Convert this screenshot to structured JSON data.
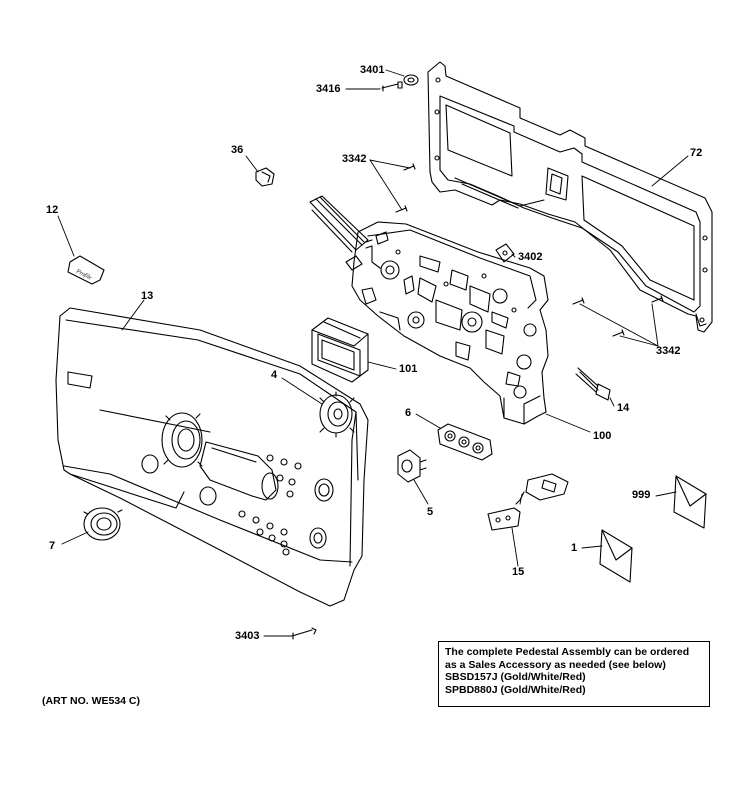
{
  "callouts": {
    "c3401": "3401",
    "c3416": "3416",
    "c3342a": "3342",
    "c3342b": "3342",
    "c72": "72",
    "c36": "36",
    "c12": "12",
    "c13": "13",
    "c3402": "3402",
    "c101": "101",
    "c4": "4",
    "c6": "6",
    "c14": "14",
    "c100": "100",
    "c5": "5",
    "c999": "999",
    "c7": "7",
    "c1": "1",
    "c15": "15",
    "c3403": "3403"
  },
  "note": {
    "line1": "The complete Pedestal Assembly can be ordered",
    "line2": "as a Sales Accessory as needed (see below)",
    "line3": "SBSD157J (Gold/White/Red)",
    "line4": "SPBD880J (Gold/White/Red)"
  },
  "art_number": "(ART NO. WE534 C)",
  "badge_text": "Profile"
}
